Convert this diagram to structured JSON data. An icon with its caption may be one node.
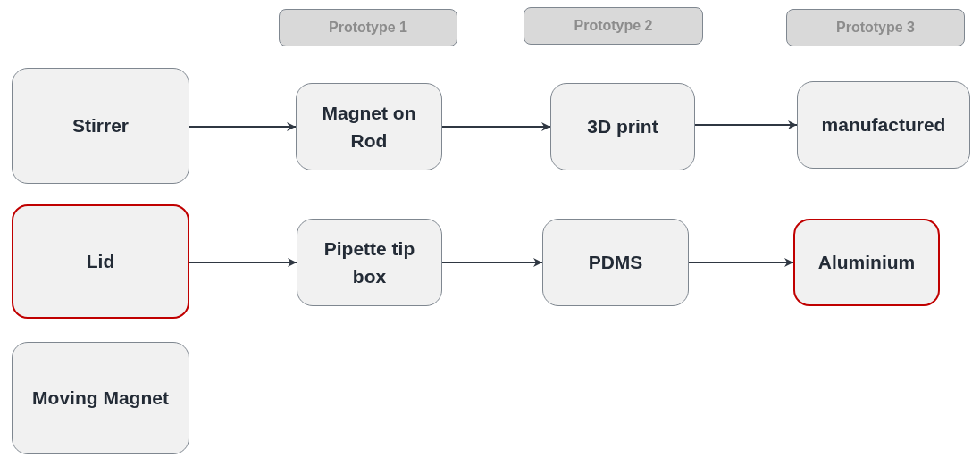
{
  "diagram": {
    "nodes": [
      {
        "text": [
          "Prototype 1"
        ]
      },
      {
        "text": [
          "Prototype 2"
        ]
      },
      {
        "text": [
          "Prototype 3"
        ]
      },
      {
        "text": [
          "Stirrer"
        ]
      },
      {
        "text": [
          "Magnet on Rod"
        ]
      },
      {
        "text": [
          "3D print"
        ]
      },
      {
        "text": [
          "manufactured"
        ]
      },
      {
        "text": [
          "Lid"
        ]
      },
      {
        "text": [
          "Pipette tip box"
        ]
      },
      {
        "text": [
          "PDMS"
        ]
      },
      {
        "text": [
          "Aluminium"
        ]
      },
      {
        "text": [
          "Moving Magnet"
        ]
      }
    ],
    "edges": [
      {
        "from": 3,
        "to": 4,
        "arrow": "to"
      },
      {
        "from": 4,
        "to": 5,
        "arrow": "to"
      },
      {
        "from": 5,
        "to": 6,
        "arrow": "to"
      },
      {
        "from": 7,
        "to": 8,
        "arrow": "to"
      },
      {
        "from": 8,
        "to": 9,
        "arrow": "to"
      },
      {
        "from": 9,
        "to": 10,
        "arrow": "to"
      }
    ]
  }
}
